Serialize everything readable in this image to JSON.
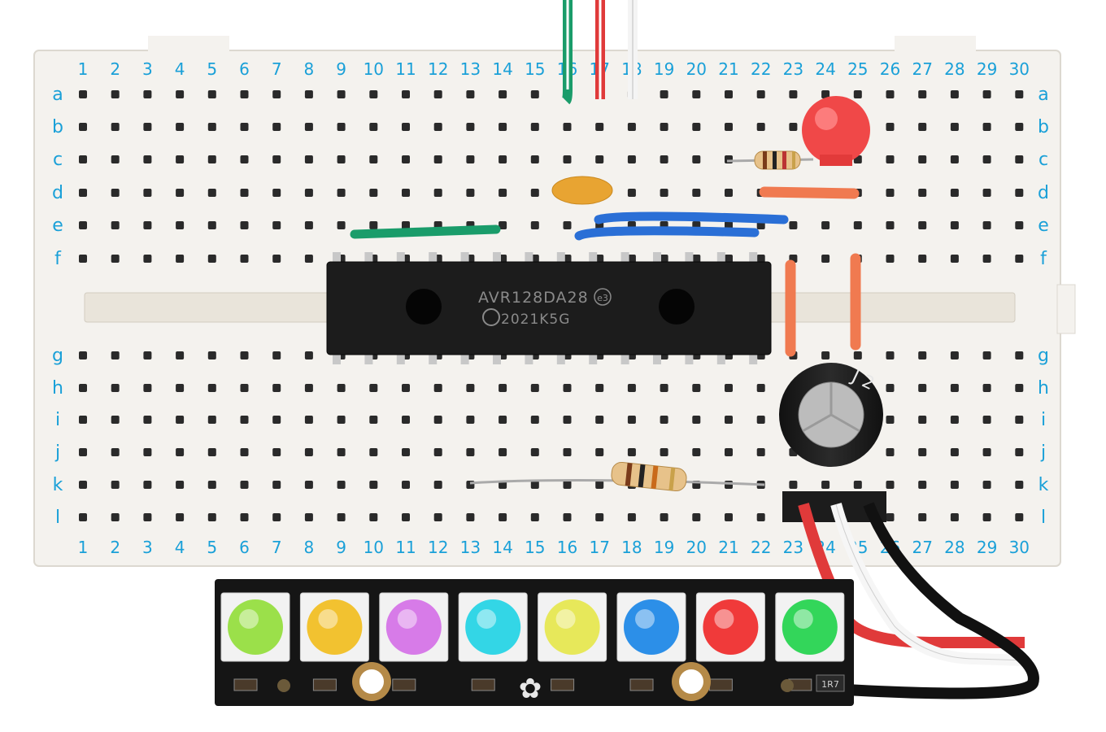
{
  "breadboard": {
    "columns_top": [
      "1",
      "2",
      "3",
      "4",
      "5",
      "6",
      "7",
      "8",
      "9",
      "10",
      "11",
      "12",
      "13",
      "14",
      "15",
      "16",
      "17",
      "18",
      "19",
      "20",
      "21",
      "22",
      "23",
      "24",
      "25",
      "26",
      "27",
      "28",
      "29",
      "30"
    ],
    "columns_bottom": [
      "1",
      "2",
      "3",
      "4",
      "5",
      "6",
      "7",
      "8",
      "9",
      "10",
      "11",
      "12",
      "13",
      "14",
      "15",
      "16",
      "17",
      "18",
      "19",
      "20",
      "21",
      "22",
      "23",
      "24",
      "25",
      "26",
      "27",
      "28",
      "29",
      "30"
    ],
    "rows_top": [
      "a",
      "b",
      "c",
      "d",
      "e",
      "f"
    ],
    "rows_bottom": [
      "g",
      "h",
      "i",
      "j",
      "k",
      "l"
    ],
    "label_color": "#1aa0d8"
  },
  "chip": {
    "part_number": "AVR128DA28",
    "mark": "e3",
    "date_code": "2021K5G"
  },
  "capacitor": {
    "marking": "J 2"
  },
  "led_strip": {
    "led_colors": [
      "#9be04a",
      "#f2c230",
      "#d77be8",
      "#33d6e6",
      "#e7e85a",
      "#2c8fe8",
      "#f03a3a",
      "#33d65a"
    ],
    "ic_marking": "1R7"
  },
  "colors": {
    "board": "#f4f2ee",
    "wire_green": "#1a9c6a",
    "wire_red": "#e03a3a",
    "wire_blue": "#2a6fd6",
    "wire_orange": "#f07a50",
    "pcb": "#151515"
  }
}
